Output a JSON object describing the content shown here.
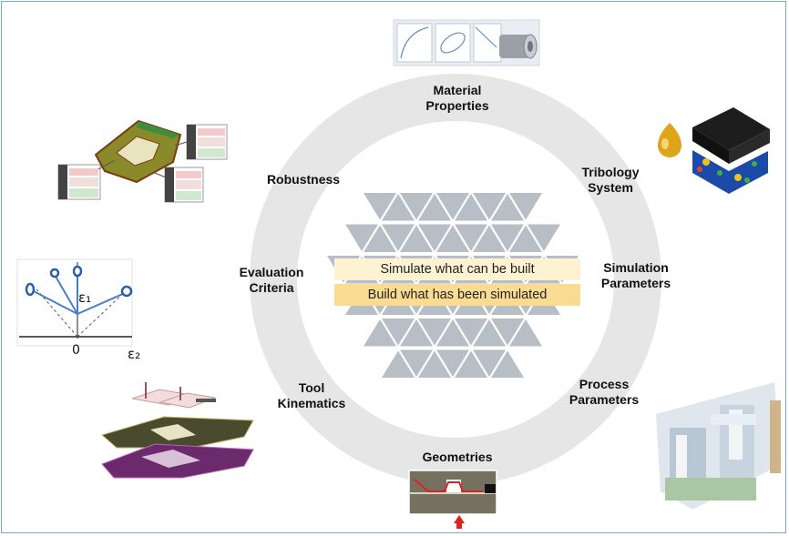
{
  "labels": {
    "material_properties": "Material\nProperties",
    "tribology_system": "Tribology\nSystem",
    "simulation_parameters": "Simulation\nParameters",
    "process_parameters": "Process\nParameters",
    "geometries": "Geometries",
    "tool_kinematics": "Tool\nKinematics",
    "evaluation_criteria": "Evaluation\nCriteria",
    "robustness": "Robustness"
  },
  "center": {
    "line1": "Simulate what can be built",
    "line2": "Build what has been simulated"
  },
  "strain_plot": {
    "eps1": "ε₁",
    "eps2": "ε₂",
    "zero": "0"
  },
  "colors": {
    "ring": "#e6e6e6",
    "triangle": "#b7bec6",
    "tagline_top": "#fdf2d2",
    "tagline_bottom": "#f9dc92",
    "strain_line": "#4a7fc8"
  }
}
